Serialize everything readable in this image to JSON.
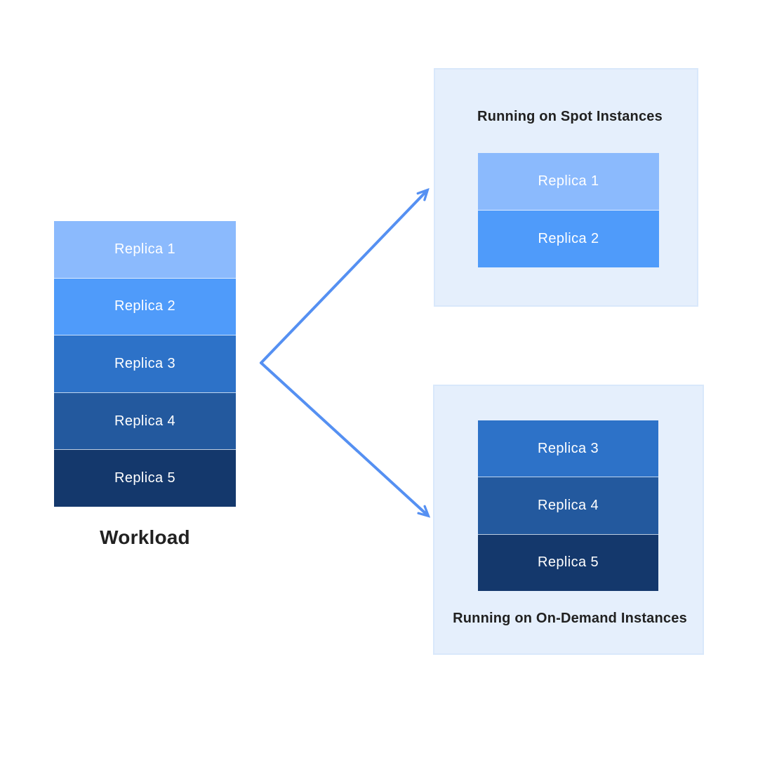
{
  "diagram": {
    "workload": {
      "label": "Workload",
      "replicas": [
        {
          "label": "Replica 1",
          "color": "#8bbafd"
        },
        {
          "label": "Replica 2",
          "color": "#4f9bfa"
        },
        {
          "label": "Replica 3",
          "color": "#2d72c8"
        },
        {
          "label": "Replica 4",
          "color": "#23599e"
        },
        {
          "label": "Replica 5",
          "color": "#14386c"
        }
      ]
    },
    "spot_panel": {
      "title": "Running on Spot Instances",
      "replicas": [
        {
          "label": "Replica 1",
          "color": "#8bbafd"
        },
        {
          "label": "Replica 2",
          "color": "#4f9bfa"
        }
      ]
    },
    "ondemand_panel": {
      "title": "Running on On-Demand Instances",
      "replicas": [
        {
          "label": "Replica 3",
          "color": "#2d72c8"
        },
        {
          "label": "Replica 4",
          "color": "#23599e"
        },
        {
          "label": "Replica 5",
          "color": "#14386c"
        }
      ]
    },
    "colors": {
      "page_bg": "#ffffff",
      "panel_bg": "#e5effc",
      "panel_border": "#d9e8fb",
      "arrow": "#5590f2",
      "heading_text": "#212121",
      "replica_text": "#ffffff"
    }
  }
}
